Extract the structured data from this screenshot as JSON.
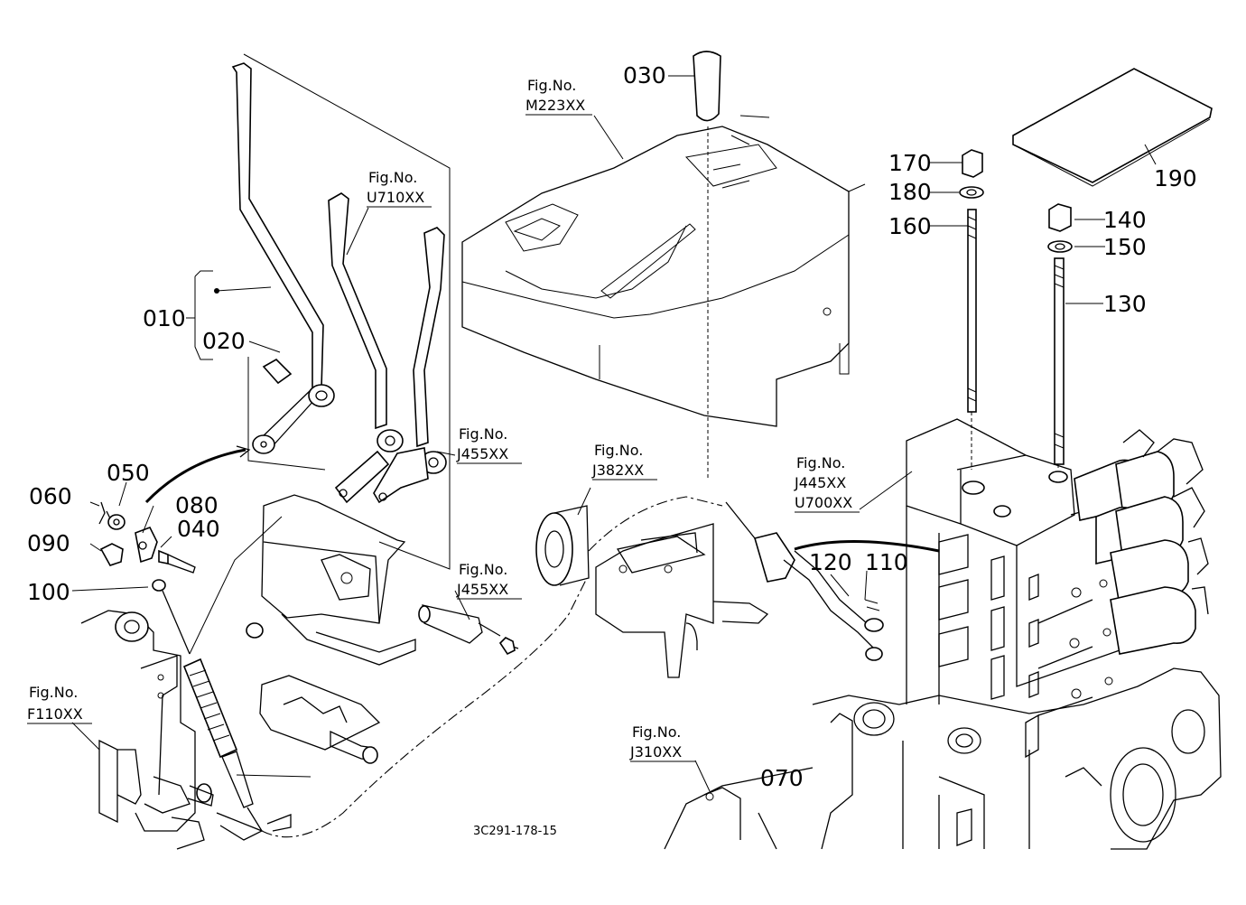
{
  "parts": {
    "p010": "010",
    "p020": "020",
    "p030": "030",
    "p040": "040",
    "p050": "050",
    "p060": "060",
    "p070": "070",
    "p080": "080",
    "p090": "090",
    "p100": "100",
    "p110": "110",
    "p120": "120",
    "p130": "130",
    "p140": "140",
    "p150": "150",
    "p160": "160",
    "p170": "170",
    "p180": "180",
    "p190": "190"
  },
  "figure_refs": {
    "fig_label": "Fig.No.",
    "m223": "M223XX",
    "u710": "U710XX",
    "j455_upper": "J455XX",
    "j455_lower": "J455XX",
    "j382": "J382XX",
    "j445": "J445XX",
    "u700": "U700XX",
    "f110": "F110XX",
    "j310": "J310XX"
  },
  "drawing_code": "3C291-178-15"
}
